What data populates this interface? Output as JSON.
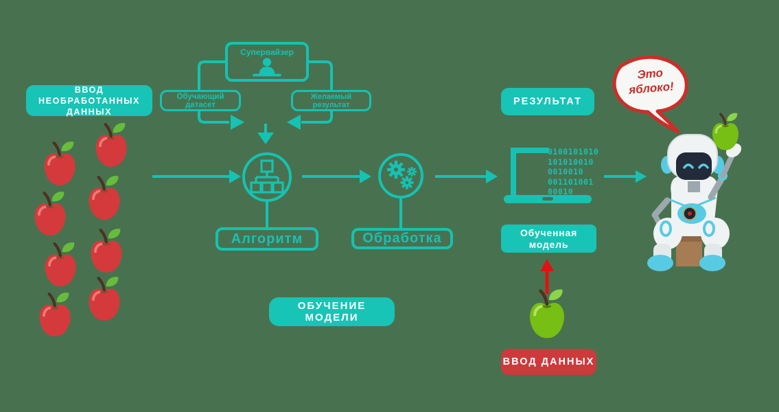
{
  "colors": {
    "background": "#48724F",
    "accent_teal": "#16C2B3",
    "label_red": "#CC3A3C",
    "apple_red": "#D43A3B",
    "apple_green": "#77BE15",
    "arrow_red": "#E31112",
    "label_text": "#FFFFFF"
  },
  "labels": {
    "raw_input_line1": "ВВОД НЕОБРАБОТАННЫХ",
    "raw_input_line2": "ДАННЫХ",
    "supervisor": "Супервайзер",
    "training_dataset": "Обучающий датасет",
    "desired_result_line1": "Желаемый",
    "desired_result_line2": "результат",
    "algorithm": "Алгоритм",
    "processing": "Обработка",
    "model_training": "ОБУЧЕНИЕ МОДЕЛИ",
    "result": "РЕЗУЛЬТАТ",
    "trained_model_line1": "Обученная",
    "trained_model_line2": "модель",
    "data_input": "ВВОД ДАННЫХ",
    "speech_line1": "Это",
    "speech_line2": "яблоко!"
  },
  "laptop": {
    "binary": [
      "0100101010",
      "101010010",
      "0010010",
      "001101001",
      "00010"
    ]
  }
}
